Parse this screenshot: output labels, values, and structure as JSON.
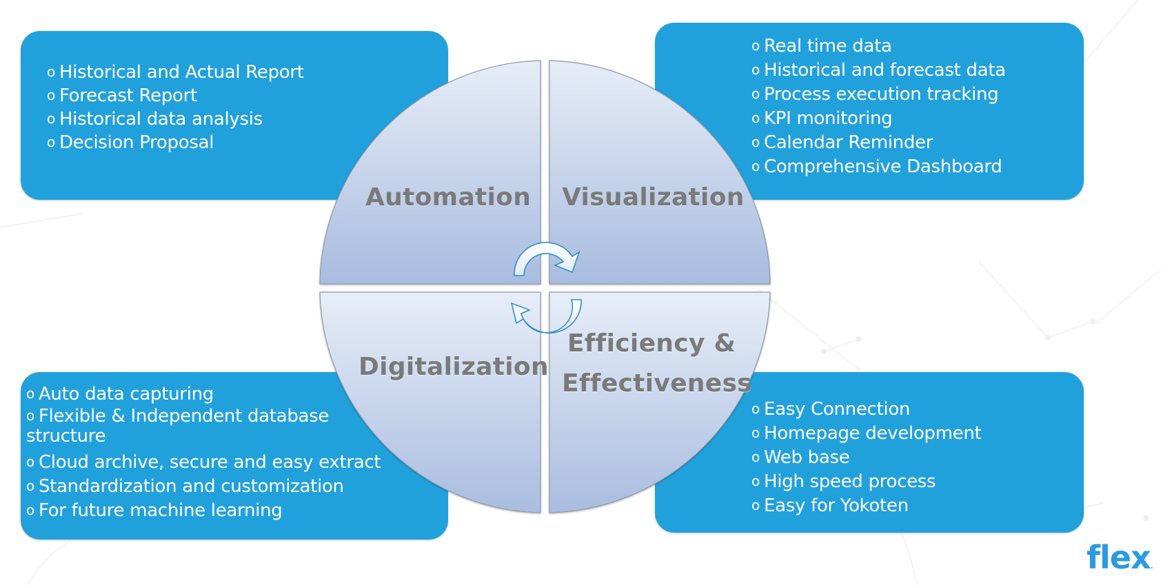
{
  "diagram": {
    "quadrants": [
      {
        "id": "automation",
        "label": "Automation"
      },
      {
        "id": "visualization",
        "label": "Visualization"
      },
      {
        "id": "digitalization",
        "label": "Digitalization"
      },
      {
        "id": "efficiency",
        "label_line1": "Efficiency &",
        "label_line2": "Effectiveness"
      }
    ],
    "boxes": {
      "automation": {
        "items": [
          "Historical and Actual Report",
          "Forecast Report",
          "Historical data analysis",
          "Decision Proposal"
        ]
      },
      "visualization": {
        "items": [
          "Real time data",
          "Historical and forecast data",
          "Process execution tracking",
          "KPI monitoring",
          "Calendar Reminder",
          "Comprehensive Dashboard"
        ]
      },
      "digitalization": {
        "items": [
          "Auto data capturing",
          "Flexible & Independent database structure",
          "Cloud archive, secure and easy extract",
          "Standardization and customization",
          "For future machine learning"
        ]
      },
      "efficiency": {
        "items": [
          "Easy Connection",
          "Homepage development",
          "Web base",
          "High speed process",
          "Easy for Yokoten"
        ]
      }
    },
    "bullet_glyph": "o",
    "cycle_icon": "circular-arrows-icon"
  },
  "branding": {
    "logo_text": "flex",
    "logo_dot": "."
  },
  "colors": {
    "box_fill": "#21a1dc",
    "box_text": "#ffffff",
    "wheel_top": "#e4ebf6",
    "wheel_bottom": "#a9bde0",
    "label_text": "#7a7a7a",
    "logo": "#2a9be0"
  }
}
